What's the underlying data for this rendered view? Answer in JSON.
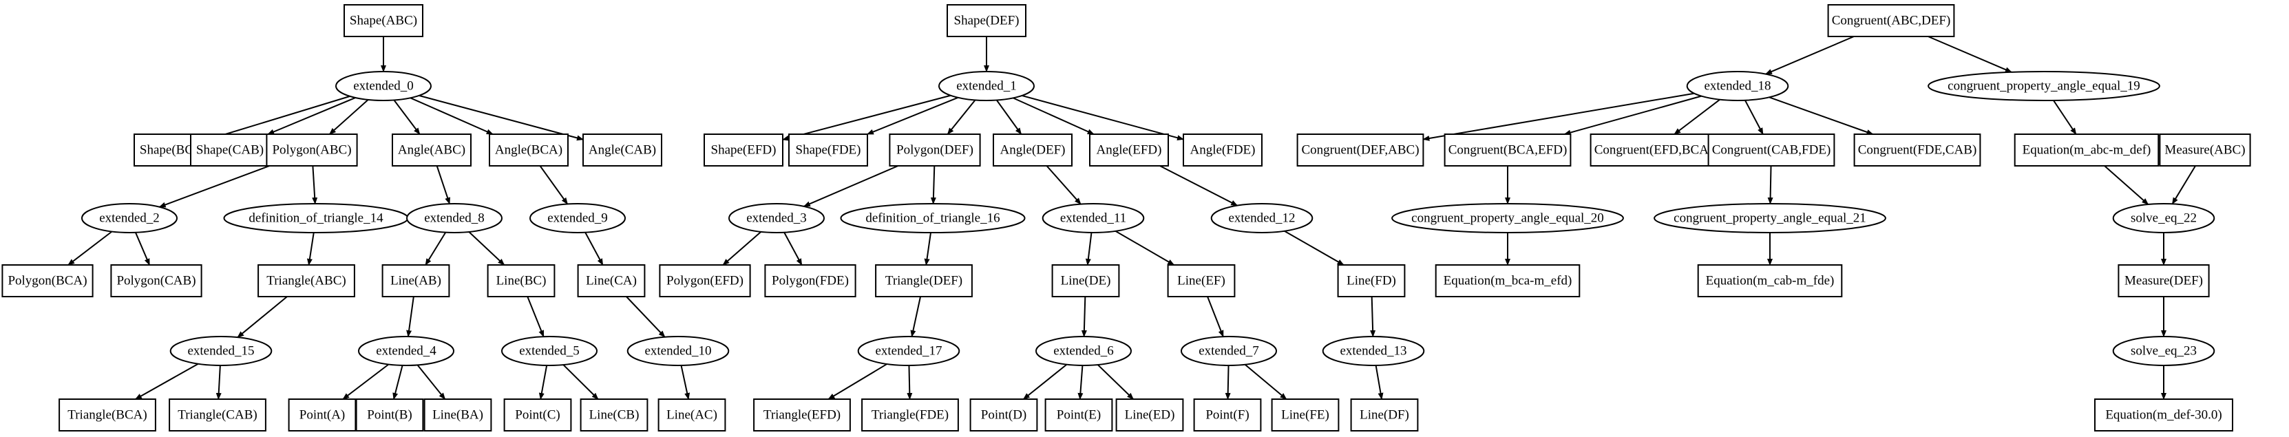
{
  "nodes": [
    {
      "id": "n_shape_abc",
      "label": "Shape(ABC)",
      "kind": "box"
    },
    {
      "id": "n_ext0",
      "label": "extended_0",
      "kind": "ellipse"
    },
    {
      "id": "n_shape_bca",
      "label": "Shape(BCA)",
      "kind": "box"
    },
    {
      "id": "n_shape_cab",
      "label": "Shape(CAB)",
      "kind": "box"
    },
    {
      "id": "n_polygon_abc",
      "label": "Polygon(ABC)",
      "kind": "box"
    },
    {
      "id": "n_angle_abc",
      "label": "Angle(ABC)",
      "kind": "box"
    },
    {
      "id": "n_angle_bca",
      "label": "Angle(BCA)",
      "kind": "box"
    },
    {
      "id": "n_angle_cab",
      "label": "Angle(CAB)",
      "kind": "box"
    },
    {
      "id": "n_ext2",
      "label": "extended_2",
      "kind": "ellipse"
    },
    {
      "id": "n_deftri14",
      "label": "definition_of_triangle_14",
      "kind": "ellipse"
    },
    {
      "id": "n_ext8",
      "label": "extended_8",
      "kind": "ellipse"
    },
    {
      "id": "n_ext9",
      "label": "extended_9",
      "kind": "ellipse"
    },
    {
      "id": "n_polygon_bca",
      "label": "Polygon(BCA)",
      "kind": "box"
    },
    {
      "id": "n_polygon_cab",
      "label": "Polygon(CAB)",
      "kind": "box"
    },
    {
      "id": "n_triangle_abc",
      "label": "Triangle(ABC)",
      "kind": "box"
    },
    {
      "id": "n_line_ab",
      "label": "Line(AB)",
      "kind": "box"
    },
    {
      "id": "n_line_bc",
      "label": "Line(BC)",
      "kind": "box"
    },
    {
      "id": "n_line_ca",
      "label": "Line(CA)",
      "kind": "box"
    },
    {
      "id": "n_ext15",
      "label": "extended_15",
      "kind": "ellipse"
    },
    {
      "id": "n_ext4",
      "label": "extended_4",
      "kind": "ellipse"
    },
    {
      "id": "n_ext5",
      "label": "extended_5",
      "kind": "ellipse"
    },
    {
      "id": "n_ext10",
      "label": "extended_10",
      "kind": "ellipse"
    },
    {
      "id": "n_triangle_bca",
      "label": "Triangle(BCA)",
      "kind": "box"
    },
    {
      "id": "n_triangle_cab",
      "label": "Triangle(CAB)",
      "kind": "box"
    },
    {
      "id": "n_point_a",
      "label": "Point(A)",
      "kind": "box"
    },
    {
      "id": "n_point_b",
      "label": "Point(B)",
      "kind": "box"
    },
    {
      "id": "n_line_ba",
      "label": "Line(BA)",
      "kind": "box"
    },
    {
      "id": "n_point_c",
      "label": "Point(C)",
      "kind": "box"
    },
    {
      "id": "n_line_cb",
      "label": "Line(CB)",
      "kind": "box"
    },
    {
      "id": "n_line_ac",
      "label": "Line(AC)",
      "kind": "box"
    },
    {
      "id": "n_shape_def",
      "label": "Shape(DEF)",
      "kind": "box"
    },
    {
      "id": "n_ext1",
      "label": "extended_1",
      "kind": "ellipse"
    },
    {
      "id": "n_shape_efd",
      "label": "Shape(EFD)",
      "kind": "box"
    },
    {
      "id": "n_shape_fde",
      "label": "Shape(FDE)",
      "kind": "box"
    },
    {
      "id": "n_polygon_def",
      "label": "Polygon(DEF)",
      "kind": "box"
    },
    {
      "id": "n_angle_def",
      "label": "Angle(DEF)",
      "kind": "box"
    },
    {
      "id": "n_angle_efd",
      "label": "Angle(EFD)",
      "kind": "box"
    },
    {
      "id": "n_angle_fde",
      "label": "Angle(FDE)",
      "kind": "box"
    },
    {
      "id": "n_ext3",
      "label": "extended_3",
      "kind": "ellipse"
    },
    {
      "id": "n_deftri16",
      "label": "definition_of_triangle_16",
      "kind": "ellipse"
    },
    {
      "id": "n_ext11",
      "label": "extended_11",
      "kind": "ellipse"
    },
    {
      "id": "n_ext12",
      "label": "extended_12",
      "kind": "ellipse"
    },
    {
      "id": "n_polygon_efd",
      "label": "Polygon(EFD)",
      "kind": "box"
    },
    {
      "id": "n_polygon_fde",
      "label": "Polygon(FDE)",
      "kind": "box"
    },
    {
      "id": "n_triangle_def",
      "label": "Triangle(DEF)",
      "kind": "box"
    },
    {
      "id": "n_line_de",
      "label": "Line(DE)",
      "kind": "box"
    },
    {
      "id": "n_line_ef",
      "label": "Line(EF)",
      "kind": "box"
    },
    {
      "id": "n_line_fd",
      "label": "Line(FD)",
      "kind": "box"
    },
    {
      "id": "n_ext17",
      "label": "extended_17",
      "kind": "ellipse"
    },
    {
      "id": "n_ext6",
      "label": "extended_6",
      "kind": "ellipse"
    },
    {
      "id": "n_ext7",
      "label": "extended_7",
      "kind": "ellipse"
    },
    {
      "id": "n_ext13",
      "label": "extended_13",
      "kind": "ellipse"
    },
    {
      "id": "n_triangle_efd",
      "label": "Triangle(EFD)",
      "kind": "box"
    },
    {
      "id": "n_triangle_fde",
      "label": "Triangle(FDE)",
      "kind": "box"
    },
    {
      "id": "n_point_d",
      "label": "Point(D)",
      "kind": "box"
    },
    {
      "id": "n_point_e",
      "label": "Point(E)",
      "kind": "box"
    },
    {
      "id": "n_line_ed",
      "label": "Line(ED)",
      "kind": "box"
    },
    {
      "id": "n_point_f",
      "label": "Point(F)",
      "kind": "box"
    },
    {
      "id": "n_line_fe",
      "label": "Line(FE)",
      "kind": "box"
    },
    {
      "id": "n_line_df",
      "label": "Line(DF)",
      "kind": "box"
    },
    {
      "id": "n_congruent_abc_def",
      "label": "Congruent(ABC,DEF)",
      "kind": "box"
    },
    {
      "id": "n_ext18",
      "label": "extended_18",
      "kind": "ellipse"
    },
    {
      "id": "n_cpae19",
      "label": "congruent_property_angle_equal_19",
      "kind": "ellipse"
    },
    {
      "id": "n_congruent_def_abc",
      "label": "Congruent(DEF,ABC)",
      "kind": "box"
    },
    {
      "id": "n_congruent_bca_efd",
      "label": "Congruent(BCA,EFD)",
      "kind": "box"
    },
    {
      "id": "n_congruent_efd_bca",
      "label": "Congruent(EFD,BCA)",
      "kind": "box"
    },
    {
      "id": "n_congruent_cab_fde",
      "label": "Congruent(CAB,FDE)",
      "kind": "box"
    },
    {
      "id": "n_congruent_fde_cab",
      "label": "Congruent(FDE,CAB)",
      "kind": "box"
    },
    {
      "id": "n_equation_abc_def",
      "label": "Equation(m_abc-m_def)",
      "kind": "box"
    },
    {
      "id": "n_measure_abc",
      "label": "Measure(ABC)",
      "kind": "box"
    },
    {
      "id": "n_cpae20",
      "label": "congruent_property_angle_equal_20",
      "kind": "ellipse"
    },
    {
      "id": "n_cpae21",
      "label": "congruent_property_angle_equal_21",
      "kind": "ellipse"
    },
    {
      "id": "n_solve22",
      "label": "solve_eq_22",
      "kind": "ellipse"
    },
    {
      "id": "n_equation_bca_efd",
      "label": "Equation(m_bca-m_efd)",
      "kind": "box"
    },
    {
      "id": "n_equation_cab_fde",
      "label": "Equation(m_cab-m_fde)",
      "kind": "box"
    },
    {
      "id": "n_measure_def",
      "label": "Measure(DEF)",
      "kind": "box"
    },
    {
      "id": "n_solve23",
      "label": "solve_eq_23",
      "kind": "ellipse"
    },
    {
      "id": "n_equation_def_30",
      "label": "Equation(m_def-30.0)",
      "kind": "box"
    }
  ],
  "edges": [
    [
      "n_shape_abc",
      "n_ext0"
    ],
    [
      "n_ext0",
      "n_shape_bca"
    ],
    [
      "n_ext0",
      "n_shape_cab"
    ],
    [
      "n_ext0",
      "n_polygon_abc"
    ],
    [
      "n_ext0",
      "n_angle_abc"
    ],
    [
      "n_ext0",
      "n_angle_bca"
    ],
    [
      "n_ext0",
      "n_angle_cab"
    ],
    [
      "n_polygon_abc",
      "n_ext2"
    ],
    [
      "n_polygon_abc",
      "n_deftri14"
    ],
    [
      "n_angle_abc",
      "n_ext8"
    ],
    [
      "n_angle_bca",
      "n_ext9"
    ],
    [
      "n_ext2",
      "n_polygon_bca"
    ],
    [
      "n_ext2",
      "n_polygon_cab"
    ],
    [
      "n_deftri14",
      "n_triangle_abc"
    ],
    [
      "n_ext8",
      "n_line_ab"
    ],
    [
      "n_ext8",
      "n_line_bc"
    ],
    [
      "n_ext9",
      "n_line_ca"
    ],
    [
      "n_triangle_abc",
      "n_ext15"
    ],
    [
      "n_line_ab",
      "n_ext4"
    ],
    [
      "n_line_bc",
      "n_ext5"
    ],
    [
      "n_line_ca",
      "n_ext10"
    ],
    [
      "n_ext15",
      "n_triangle_bca"
    ],
    [
      "n_ext15",
      "n_triangle_cab"
    ],
    [
      "n_ext4",
      "n_point_a"
    ],
    [
      "n_ext4",
      "n_point_b"
    ],
    [
      "n_ext4",
      "n_line_ba"
    ],
    [
      "n_ext5",
      "n_point_c"
    ],
    [
      "n_ext5",
      "n_line_cb"
    ],
    [
      "n_ext10",
      "n_line_ac"
    ],
    [
      "n_shape_def",
      "n_ext1"
    ],
    [
      "n_ext1",
      "n_shape_efd"
    ],
    [
      "n_ext1",
      "n_shape_fde"
    ],
    [
      "n_ext1",
      "n_polygon_def"
    ],
    [
      "n_ext1",
      "n_angle_def"
    ],
    [
      "n_ext1",
      "n_angle_efd"
    ],
    [
      "n_ext1",
      "n_angle_fde"
    ],
    [
      "n_polygon_def",
      "n_ext3"
    ],
    [
      "n_polygon_def",
      "n_deftri16"
    ],
    [
      "n_angle_def",
      "n_ext11"
    ],
    [
      "n_angle_efd",
      "n_ext12"
    ],
    [
      "n_ext3",
      "n_polygon_efd"
    ],
    [
      "n_ext3",
      "n_polygon_fde"
    ],
    [
      "n_deftri16",
      "n_triangle_def"
    ],
    [
      "n_ext11",
      "n_line_de"
    ],
    [
      "n_ext11",
      "n_line_ef"
    ],
    [
      "n_ext12",
      "n_line_fd"
    ],
    [
      "n_triangle_def",
      "n_ext17"
    ],
    [
      "n_line_de",
      "n_ext6"
    ],
    [
      "n_line_ef",
      "n_ext7"
    ],
    [
      "n_line_fd",
      "n_ext13"
    ],
    [
      "n_ext17",
      "n_triangle_efd"
    ],
    [
      "n_ext17",
      "n_triangle_fde"
    ],
    [
      "n_ext6",
      "n_point_d"
    ],
    [
      "n_ext6",
      "n_point_e"
    ],
    [
      "n_ext6",
      "n_line_ed"
    ],
    [
      "n_ext7",
      "n_point_f"
    ],
    [
      "n_ext7",
      "n_line_fe"
    ],
    [
      "n_ext13",
      "n_line_df"
    ],
    [
      "n_congruent_abc_def",
      "n_ext18"
    ],
    [
      "n_congruent_abc_def",
      "n_cpae19"
    ],
    [
      "n_ext18",
      "n_congruent_def_abc"
    ],
    [
      "n_ext18",
      "n_congruent_bca_efd"
    ],
    [
      "n_ext18",
      "n_congruent_efd_bca"
    ],
    [
      "n_ext18",
      "n_congruent_cab_fde"
    ],
    [
      "n_ext18",
      "n_congruent_fde_cab"
    ],
    [
      "n_cpae19",
      "n_equation_abc_def"
    ],
    [
      "n_congruent_bca_efd",
      "n_cpae20"
    ],
    [
      "n_congruent_cab_fde",
      "n_cpae21"
    ],
    [
      "n_equation_abc_def",
      "n_solve22"
    ],
    [
      "n_measure_abc",
      "n_solve22"
    ],
    [
      "n_cpae20",
      "n_equation_bca_efd"
    ],
    [
      "n_cpae21",
      "n_equation_cab_fde"
    ],
    [
      "n_solve22",
      "n_measure_def"
    ],
    [
      "n_measure_def",
      "n_solve23"
    ],
    [
      "n_solve23",
      "n_equation_def_30"
    ]
  ]
}
